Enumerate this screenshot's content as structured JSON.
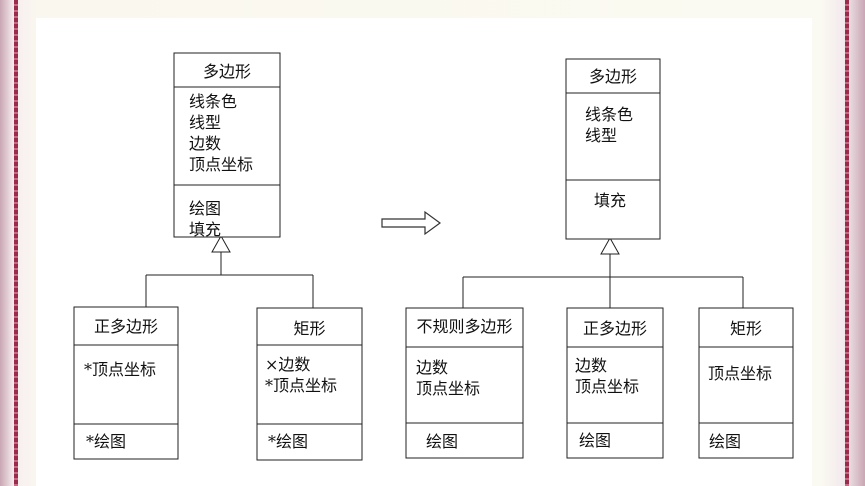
{
  "left_diagram": {
    "parent": {
      "name": "多边形",
      "attributes": [
        "线条色",
        "线型",
        "边数",
        "顶点坐标"
      ],
      "operations": [
        "绘图",
        "填充"
      ]
    },
    "children": [
      {
        "name": "正多边形",
        "attributes": [
          "*顶点坐标"
        ],
        "operations": [
          "*绘图"
        ]
      },
      {
        "name": "矩形",
        "attributes": [
          "×边数",
          "*顶点坐标"
        ],
        "operations": [
          "*绘图"
        ]
      }
    ]
  },
  "arrow": "transform-arrow",
  "right_diagram": {
    "parent": {
      "name": "多边形",
      "attributes": [
        "线条色",
        "线型"
      ],
      "operations": [
        "填充"
      ]
    },
    "children": [
      {
        "name": "不规则多边形",
        "attributes": [
          "边数",
          "顶点坐标"
        ],
        "operations": [
          "绘图"
        ]
      },
      {
        "name": "正多边形",
        "attributes": [
          "边数",
          "顶点坐标"
        ],
        "operations": [
          "绘图"
        ]
      },
      {
        "name": "矩形",
        "attributes": [
          "顶点坐标"
        ],
        "operations": [
          "绘图"
        ]
      }
    ]
  }
}
